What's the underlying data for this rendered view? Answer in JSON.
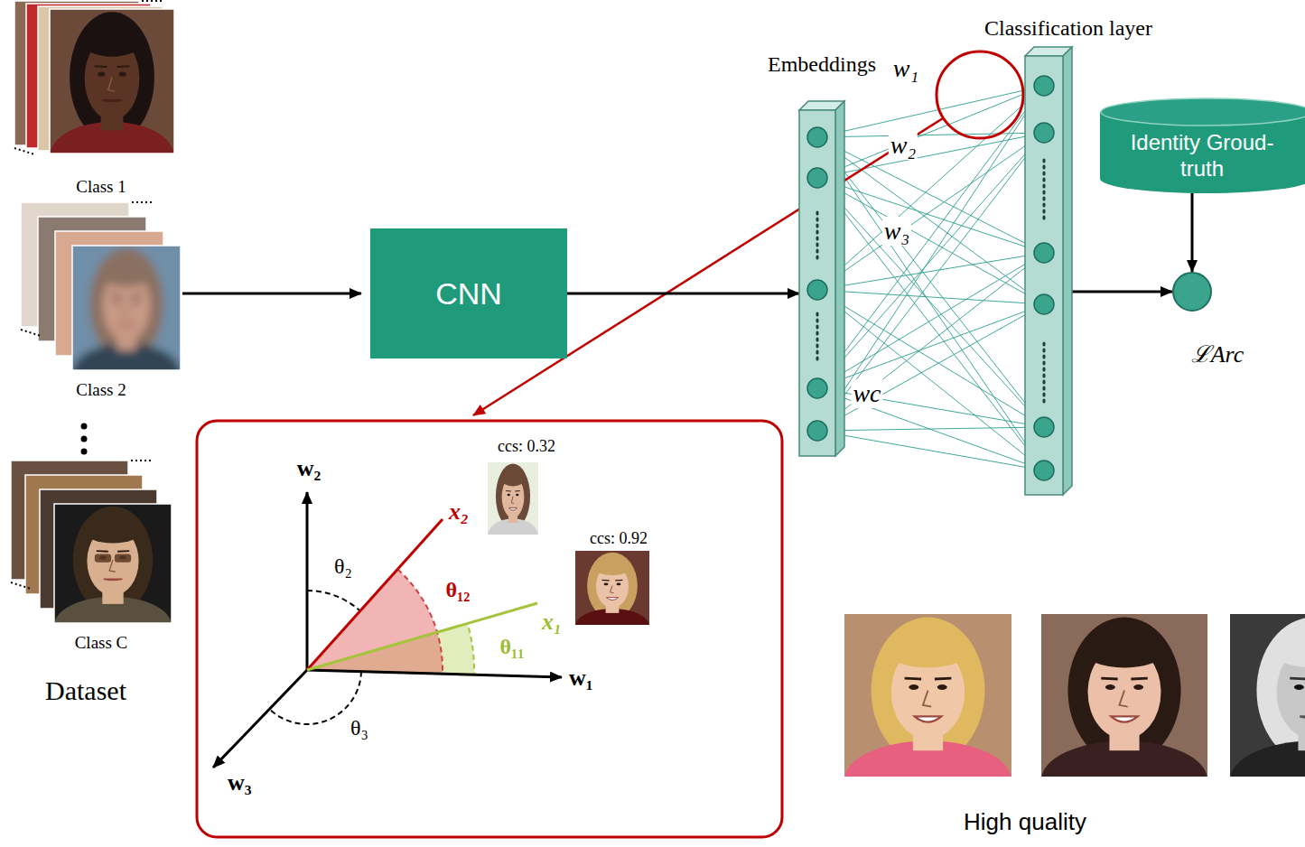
{
  "diagram": {
    "nodes": [
      {
        "text": [
          "CNN"
        ]
      },
      {
        "text": [
          "Embeddings"
        ]
      },
      {
        "text": [
          "Classification layer"
        ]
      },
      {
        "text": [
          "Identity Groud-truth"
        ]
      },
      {
        "text": [
          "ℒArc"
        ]
      }
    ],
    "edges": [
      {
        "from": 0,
        "to": 1,
        "arrow": "to"
      },
      {
        "from": 2,
        "to": 4,
        "arrow": "to"
      },
      {
        "from": 3,
        "to": 4,
        "arrow": "to"
      }
    ],
    "labels": [
      "Class 1",
      "Class 2",
      "Class C",
      "Dataset",
      "w₁",
      "w₂",
      "w₃",
      "wc",
      "ccs: 0.32",
      "ccs: 0.92",
      "w₂",
      "x₂",
      "θ₂",
      "θ₁₂",
      "x₁",
      "θ₁₁",
      "w₁",
      "θ₃",
      "w₃",
      "High quality"
    ]
  }
}
